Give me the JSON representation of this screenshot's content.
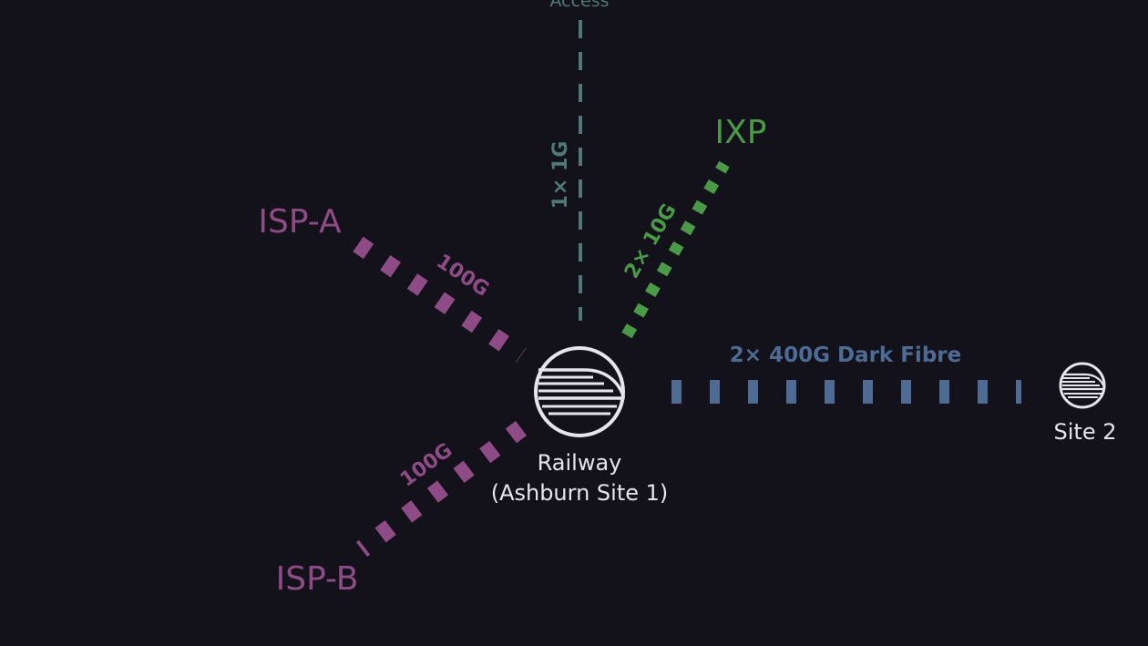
{
  "colors": {
    "background": "#13121b",
    "isp": "#8e4b86",
    "ixp": "#4b9a48",
    "access": "#4f7878",
    "dark_fibre": "#4d6b93",
    "node": "#e6e6ea"
  },
  "nodes": {
    "access": {
      "label": "Access"
    },
    "ixp": {
      "label": "IXP"
    },
    "isp_a": {
      "label": "ISP-A"
    },
    "isp_b": {
      "label": "ISP-B"
    },
    "railway": {
      "label_line1": "Railway",
      "label_line2": "(Ashburn Site 1)",
      "icon": "railway-train-icon"
    },
    "site2": {
      "label": "Site 2",
      "icon": "railway-train-icon"
    }
  },
  "links": {
    "access": {
      "label": "1× 1G"
    },
    "ixp": {
      "label": "2× 10G"
    },
    "isp_a": {
      "label": "100G"
    },
    "isp_b": {
      "label": "100G"
    },
    "dark_fibre": {
      "label": "2× 400G Dark Fibre"
    }
  }
}
